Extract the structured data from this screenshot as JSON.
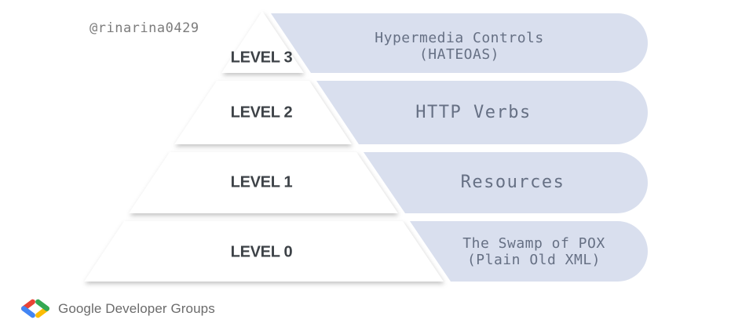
{
  "attribution": {
    "handle": "@rinarina0429"
  },
  "pyramid": {
    "levels": [
      {
        "label": "LEVEL 3",
        "title": "Hypermedia Controls",
        "subtitle": "(HATEOAS)"
      },
      {
        "label": "LEVEL 2",
        "title": "HTTP Verbs"
      },
      {
        "label": "LEVEL 1",
        "title": "Resources"
      },
      {
        "label": "LEVEL 0",
        "title": "The Swamp of POX",
        "subtitle": "(Plain Old XML)"
      }
    ],
    "colors": {
      "pill_background": "#d9dfee",
      "pill_text": "#667084",
      "level_label": "#3d4247",
      "pyramid_fill": "#ffffff"
    }
  },
  "footer": {
    "brand": "Google Developer Groups",
    "logo_colors": {
      "red": "#EA4335",
      "blue": "#4285F4",
      "green": "#34A853",
      "yellow": "#FBBC05"
    }
  }
}
